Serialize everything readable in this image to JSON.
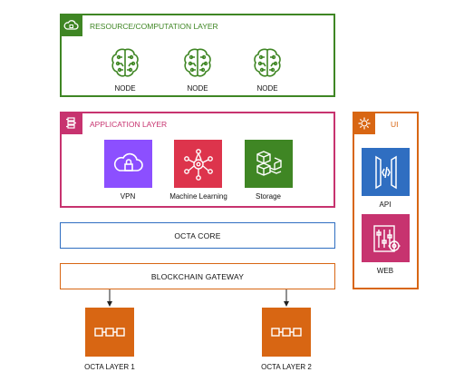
{
  "groups": {
    "resource": {
      "title": "RESOURCE/COMPUTATION LAYER",
      "icon": "cloud-icon",
      "color": "#3f8624"
    },
    "application": {
      "title": "APPLICATION LAYER",
      "icon": "application-layer-icon",
      "color": "#c7336f"
    },
    "ui": {
      "title": "UI",
      "icon": "ui-gear-icon",
      "color": "#d86613"
    }
  },
  "nodes": [
    {
      "label": "NODE",
      "icon": "brain-icon"
    },
    {
      "label": "NODE",
      "icon": "brain-icon"
    },
    {
      "label": "NODE",
      "icon": "brain-icon"
    }
  ],
  "apps": [
    {
      "label": "VPN",
      "icon": "vpn-cloud-lock-icon",
      "color": "#8c4fff"
    },
    {
      "label": "Machine Learning",
      "icon": "machine-learning-icon",
      "color": "#dd344c"
    },
    {
      "label": "Storage",
      "icon": "storage-cubes-icon",
      "color": "#3f8624"
    }
  ],
  "ui_items": [
    {
      "label": "API",
      "icon": "api-gateway-icon",
      "color": "#2f6ec1"
    },
    {
      "label": "WEB",
      "icon": "web-controls-icon",
      "color": "#c7336f"
    }
  ],
  "octa_core": {
    "label": "OCTA CORE",
    "color": "#2f6ec1"
  },
  "gateway": {
    "label": "BLOCKCHAIN GATEWAY",
    "color": "#d86613"
  },
  "layers": [
    {
      "label": "OCTA LAYER 1",
      "icon": "chain-icon",
      "color": "#d86613"
    },
    {
      "label": "OCTA LAYER 2",
      "icon": "chain-icon",
      "color": "#d86613"
    }
  ]
}
